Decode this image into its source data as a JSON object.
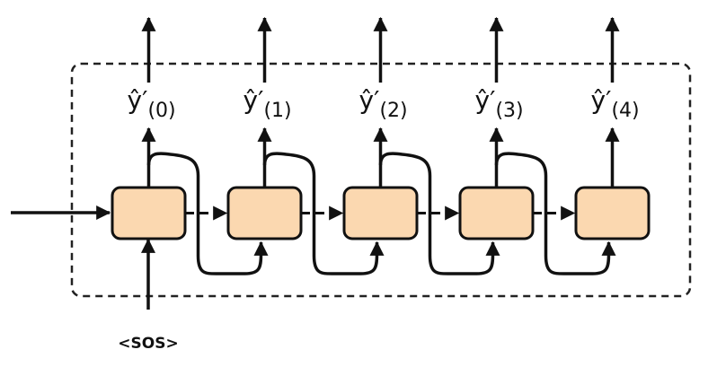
{
  "diagram": {
    "input_label": "<SOS>",
    "outputs": [
      {
        "main": "ŷ′",
        "sub": "(0)"
      },
      {
        "main": "ŷ′",
        "sub": "(1)"
      },
      {
        "main": "ŷ′",
        "sub": "(2)"
      },
      {
        "main": "ŷ′",
        "sub": "(3)"
      },
      {
        "main": "ŷ′",
        "sub": "(4)"
      }
    ],
    "colors": {
      "cell_fill": "#fbd8b0",
      "stroke": "#111111",
      "border_dash": "#222222"
    }
  }
}
